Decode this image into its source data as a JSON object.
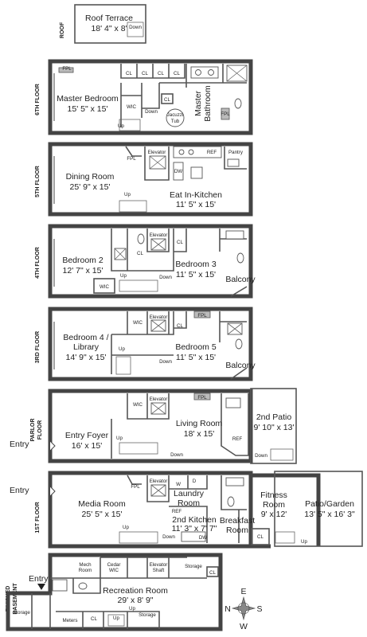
{
  "floors": {
    "roof": {
      "label": "ROOF",
      "rooms": [
        {
          "name": "Roof Terrace",
          "dim": "18' 4\" x 8'"
        }
      ],
      "notes": {
        "down": "Down"
      }
    },
    "sixth": {
      "label": "6TH FLOOR",
      "rooms": [
        {
          "name": "Master Bedroom",
          "dim": "15' 5\" x 15'"
        },
        {
          "name": "Master",
          "name2": "Bathroom"
        }
      ],
      "notes": {
        "fpl": "FPL",
        "fpl2": "FPL",
        "cl1": "CL",
        "cl2": "CL",
        "cl3": "CL",
        "cl4": "CL",
        "cl5": "CL",
        "wic": "WIC",
        "jacuzzi": "Jacuzzi",
        "tub": "Tub",
        "down": "Down",
        "up": "Up"
      }
    },
    "fifth": {
      "label": "5TH FLOOR",
      "rooms": [
        {
          "name": "Dining Room",
          "dim": "25' 9\" x 15'"
        },
        {
          "name": "Eat In-Kitchen",
          "dim": "11' 5\" x 15'"
        }
      ],
      "notes": {
        "fpl": "FPL",
        "elevator": "Elevator",
        "ref": "REF",
        "pantry": "Pantry",
        "dw": "DW",
        "up": "Up"
      }
    },
    "fourth": {
      "label": "4TH FLOOR",
      "rooms": [
        {
          "name": "Bedroom 2",
          "dim": "12' 7\" x 15'"
        },
        {
          "name": "Bedroom 3",
          "dim": "11' 5\" x 15'"
        },
        {
          "name": "Balcony"
        }
      ],
      "notes": {
        "elevator": "Elevator",
        "cl1": "CL",
        "cl2": "CL",
        "wic": "WIC",
        "up": "Up",
        "down": "Down"
      }
    },
    "third": {
      "label": "3RD FLOOR",
      "rooms": [
        {
          "name": "Bedroom 4 /",
          "name2": "Library",
          "dim": "14' 9\" x 15'"
        },
        {
          "name": "Bedroom 5",
          "dim": "11' 5\" x 15'"
        },
        {
          "name": "Balcony"
        }
      ],
      "notes": {
        "wic": "WIC",
        "elevator": "Elevator",
        "fpl": "FPL",
        "cl": "CL",
        "up": "Up",
        "down": "Down"
      }
    },
    "parlor": {
      "label": "PARLOR",
      "label2": "FLOOR",
      "rooms": [
        {
          "name": "Entry Foyer",
          "dim": "16' x 15'"
        },
        {
          "name": "Living Room",
          "dim": "18' x 15'"
        },
        {
          "name": "2nd Patio",
          "dim": "9' 10\" x 13'"
        }
      ],
      "notes": {
        "entry": "Entry",
        "wic": "WIC",
        "elevator": "Elevator",
        "fpl": "FPL",
        "ref": "REF",
        "up": "Up",
        "down": "Down",
        "down2": "Down"
      }
    },
    "first": {
      "label": "1ST FLOOR",
      "rooms": [
        {
          "name": "Media Room",
          "dim": "25' 5\" x 15'"
        },
        {
          "name": "Laundry",
          "name2": "Room"
        },
        {
          "name": "2nd Kitchen",
          "dim": "11' 3\" x 7' 7\""
        },
        {
          "name": "Breakfast",
          "name2": "Room"
        },
        {
          "name": "Fitness",
          "name2": "Room",
          "dim": "9' x 12'"
        },
        {
          "name": "Patio/Garden",
          "dim": "13' 5\" x 16' 3\""
        }
      ],
      "notes": {
        "entry": "Entry",
        "fpl": "FPL",
        "elevator": "Elevator",
        "w": "W",
        "d": "D",
        "ref": "REF",
        "dw": "DW",
        "up": "Up",
        "up2": "Up",
        "down": "Down",
        "cl": "CL"
      }
    },
    "basement": {
      "label": "FINISHED",
      "label2": "BASEMENT",
      "rooms": [
        {
          "name": "Recreation Room",
          "dim": "29' x 8' 9\""
        },
        {
          "name": "Storage"
        },
        {
          "name": "Mech",
          "name2": "Room"
        },
        {
          "name": "Cedar",
          "name2": "WIC"
        },
        {
          "name": "Elevator",
          "name2": "Shaft"
        },
        {
          "name": "Storage"
        },
        {
          "name": "Storage"
        },
        {
          "name": "Meters"
        }
      ],
      "notes": {
        "entry": "Entry",
        "cl": "CL",
        "cl2": "CL",
        "up": "Up",
        "up2": "Up"
      }
    }
  },
  "compass": {
    "n": "N",
    "s": "S",
    "e": "E",
    "w": "W"
  }
}
